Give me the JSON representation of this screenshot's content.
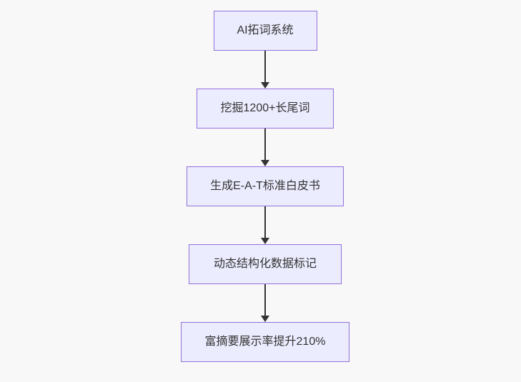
{
  "diagram": {
    "type": "flowchart",
    "direction": "top-down",
    "colors": {
      "background": "#f8f8f8",
      "node_fill": "#ECECFF",
      "node_border": "#9370DB",
      "node_text": "#333333",
      "arrow": "#333333"
    },
    "nodes": [
      {
        "id": "n1",
        "label": "AI拓词系统"
      },
      {
        "id": "n2",
        "label": "挖掘1200+长尾词"
      },
      {
        "id": "n3",
        "label": "生成E-A-T标准白皮书"
      },
      {
        "id": "n4",
        "label": "动态结构化数据标记"
      },
      {
        "id": "n5",
        "label": "富摘要展示率提升210%"
      }
    ],
    "edges": [
      {
        "from": "n1",
        "to": "n2",
        "style": "arrow-down"
      },
      {
        "from": "n2",
        "to": "n3",
        "style": "arrow-down"
      },
      {
        "from": "n3",
        "to": "n4",
        "style": "arrow-down"
      },
      {
        "from": "n4",
        "to": "n5",
        "style": "arrow-down"
      }
    ]
  }
}
